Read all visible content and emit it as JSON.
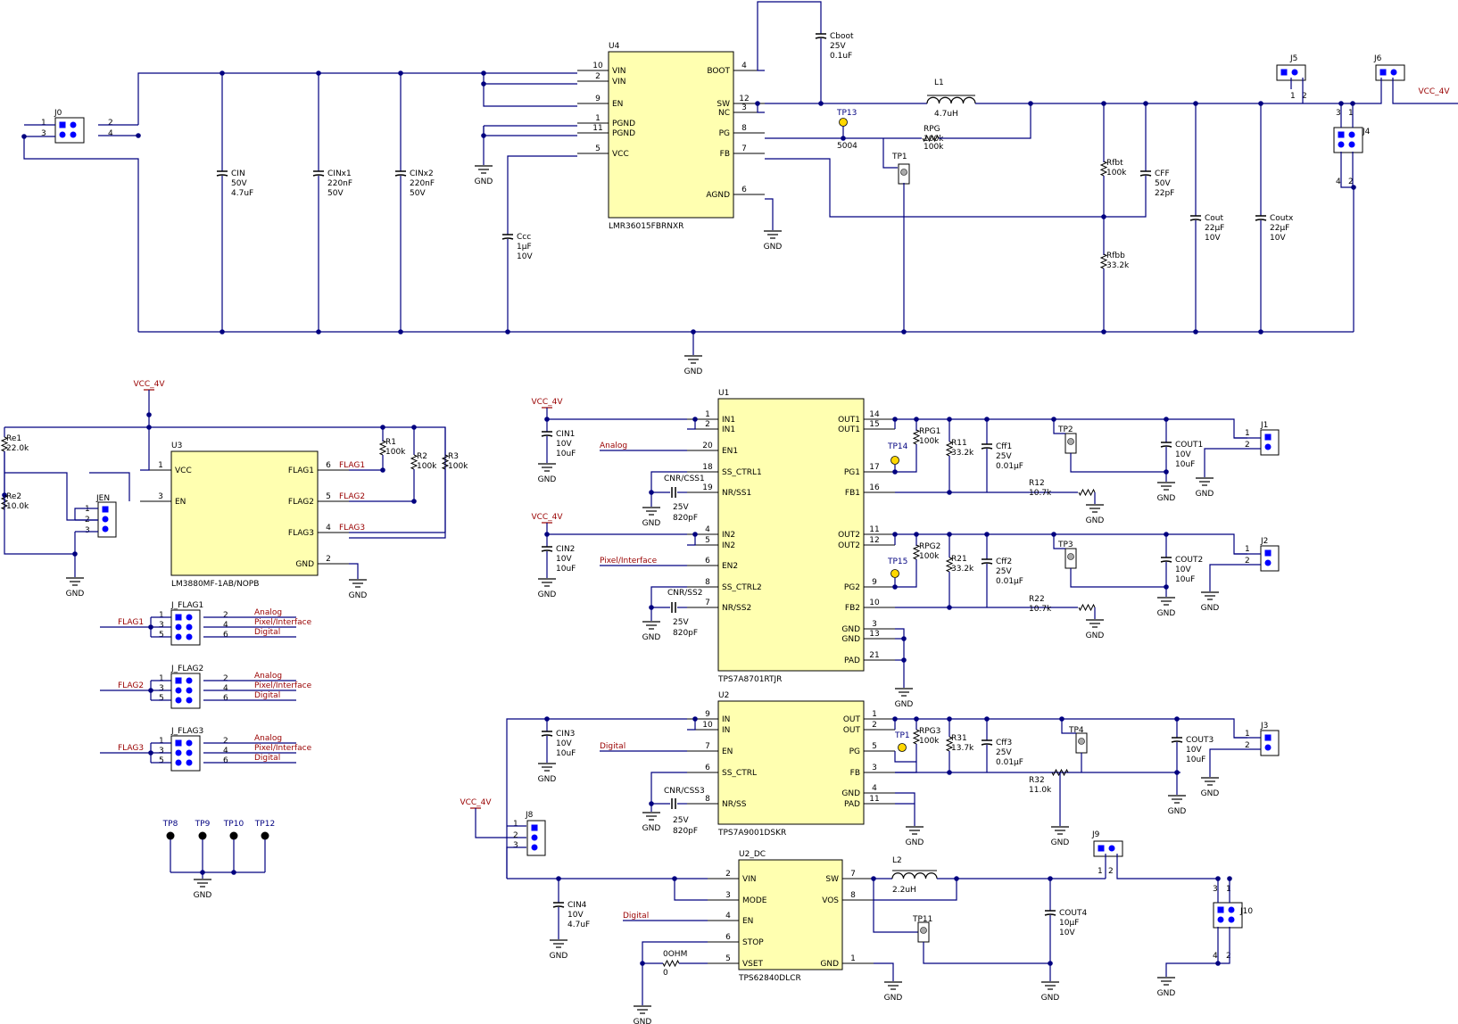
{
  "colors": {
    "wire": "#000080",
    "ic_fill": "#ffffb0",
    "net": "#990000",
    "pin": "#0000ff",
    "tp_yellow": "#ffd700"
  },
  "u4": {
    "ref": "U4",
    "part": "LMR36015FBRNXR",
    "pins_l": [
      [
        "10",
        "VIN"
      ],
      [
        "2",
        "VIN"
      ],
      [
        "9",
        "EN"
      ],
      [
        "1",
        "PGND"
      ],
      [
        "11",
        "PGND"
      ],
      [
        "5",
        "VCC"
      ]
    ],
    "pins_r": [
      [
        "4",
        "BOOT"
      ],
      [
        "12",
        "SW"
      ],
      [
        "3",
        "NC"
      ],
      [
        "8",
        "PG"
      ],
      [
        "7",
        "FB"
      ],
      [
        "6",
        "AGND"
      ]
    ]
  },
  "j0": {
    "ref": "J0",
    "pins": [
      "1",
      "2",
      "3",
      "4"
    ]
  },
  "cin": [
    "CIN",
    "50V",
    "4.7uF"
  ],
  "cinx1": [
    "CINx1",
    "220nF",
    "50V"
  ],
  "cinx2": [
    "CINx2",
    "220nF",
    "50V"
  ],
  "ccc": [
    "Ccc",
    "1µF",
    "10V"
  ],
  "cboot": [
    "Cboot",
    "25V",
    "0.1uF"
  ],
  "tp13": [
    "TP13",
    "5004"
  ],
  "rpg": [
    "RPG",
    "100k"
  ],
  "l1": [
    "L1",
    "4.7uH"
  ],
  "tp1": "TP1",
  "rfbt": [
    "Rfbt",
    "100k"
  ],
  "rfbb": [
    "Rfbb",
    "33.2k"
  ],
  "cff": [
    "CFF",
    "50V",
    "22pF"
  ],
  "cout": [
    "Cout",
    "22µF",
    "10V"
  ],
  "coutx": [
    "Coutx",
    "22µF",
    "10V"
  ],
  "j5": "J5",
  "j6": "J6",
  "j4": "J4",
  "vcc4v": "VCC_4V",
  "gnd": "GND",
  "u3": {
    "ref": "U3",
    "part": "LM3880MF-1AB/NOPB",
    "pins_l": [
      [
        "1",
        "VCC"
      ],
      [
        "3",
        "EN"
      ]
    ],
    "pins_r": [
      [
        "6",
        "FLAG1"
      ],
      [
        "5",
        "FLAG2"
      ],
      [
        "4",
        "FLAG3"
      ],
      [
        "2",
        "GND"
      ]
    ]
  },
  "re1": [
    "Re1",
    "22.0k"
  ],
  "re2": [
    "Re2",
    "10.0k"
  ],
  "jen": "JEN",
  "r1": [
    "R1",
    "100k"
  ],
  "r2": [
    "R2",
    "100k"
  ],
  "r3": [
    "R3",
    "100k"
  ],
  "flags": [
    "FLAG1",
    "FLAG2",
    "FLAG3"
  ],
  "jflag": [
    {
      "ref": "J_FLAG1",
      "in": "FLAG1"
    },
    {
      "ref": "J_FLAG2",
      "in": "FLAG2"
    },
    {
      "ref": "J_FLAG3",
      "in": "FLAG3"
    }
  ],
  "jflag_outs": [
    "Analog",
    "Pixel/Interface",
    "Digital"
  ],
  "tps": [
    "TP8",
    "TP9",
    "TP10",
    "TP12"
  ],
  "u1": {
    "ref": "U1",
    "part": "TPS7A8701RTJR",
    "pins_l": [
      [
        "1",
        "IN1"
      ],
      [
        "2",
        "IN1"
      ],
      [
        "20",
        "EN1"
      ],
      [
        "18",
        "SS_CTRL1"
      ],
      [
        "19",
        "NR/SS1"
      ],
      [
        "4",
        "IN2"
      ],
      [
        "5",
        "IN2"
      ],
      [
        "6",
        "EN2"
      ],
      [
        "8",
        "SS_CTRL2"
      ],
      [
        "7",
        "NR/SS2"
      ]
    ],
    "pins_r": [
      [
        "14",
        "OUT1"
      ],
      [
        "15",
        "OUT1"
      ],
      [
        "17",
        "PG1"
      ],
      [
        "16",
        "FB1"
      ],
      [
        "11",
        "OUT2"
      ],
      [
        "12",
        "OUT2"
      ],
      [
        "9",
        "PG2"
      ],
      [
        "10",
        "FB2"
      ],
      [
        "3",
        "GND"
      ],
      [
        "13",
        "GND"
      ],
      [
        "21",
        "PAD"
      ]
    ]
  },
  "cin1": [
    "CIN1",
    "10V",
    "10uF"
  ],
  "cin2": [
    "CIN2",
    "10V",
    "10uF"
  ],
  "cnr1": [
    "CNR/CSS1",
    "25V",
    "820pF"
  ],
  "cnr2": [
    "CNR/SS2",
    "25V",
    "820pF"
  ],
  "rpg1": [
    "RPG1",
    "100k"
  ],
  "rpg2": [
    "RPG2",
    "100k"
  ],
  "r11": [
    "R11",
    "33.2k"
  ],
  "r21": [
    "R21",
    "33.2k"
  ],
  "cff1": [
    "Cff1",
    "25V",
    "0.01µF"
  ],
  "cff2": [
    "Cff2",
    "25V",
    "0.01µF"
  ],
  "r12": [
    "R12",
    "10.7k"
  ],
  "r22": [
    "R22",
    "10.7k"
  ],
  "tp14": "TP14",
  "tp15": "TP15",
  "tp2": "TP2",
  "tp3": "TP3",
  "cout1": [
    "COUT1",
    "10V",
    "10uF"
  ],
  "cout2": [
    "COUT2",
    "10V",
    "10uF"
  ],
  "j1": "J1",
  "j2": "J2",
  "j3": "J3",
  "u2": {
    "ref": "U2",
    "part": "TPS7A9001DSKR",
    "pins_l": [
      [
        "9",
        "IN"
      ],
      [
        "10",
        "IN"
      ],
      [
        "7",
        "EN"
      ],
      [
        "6",
        "SS_CTRL"
      ],
      [
        "8",
        "NR/SS"
      ]
    ],
    "pins_r": [
      [
        "1",
        "OUT"
      ],
      [
        "2",
        "OUT"
      ],
      [
        "5",
        "PG"
      ],
      [
        "3",
        "FB"
      ],
      [
        "4",
        "GND"
      ],
      [
        "11",
        "PAD"
      ]
    ]
  },
  "cin3": [
    "CIN3",
    "10V",
    "10uF"
  ],
  "cnr3": [
    "CNR/CSS3",
    "25V",
    "820pF"
  ],
  "rpg3": [
    "RPG3",
    "100k"
  ],
  "r31": [
    "R31",
    "13.7k"
  ],
  "cff3": [
    "Cff3",
    "25V",
    "0.01µF"
  ],
  "r32": [
    "R32",
    "11.0k"
  ],
  "tp4": "TP4",
  "tp_u2": "TP1",
  "cout3": [
    "COUT3",
    "10V",
    "10uF"
  ],
  "j8": "J8",
  "u2dc": {
    "ref": "U2_DC",
    "part": "TPS62840DLCR",
    "pins_l": [
      [
        "2",
        "VIN"
      ],
      [
        "3",
        "MODE"
      ],
      [
        "4",
        "EN"
      ],
      [
        "6",
        "STOP"
      ],
      [
        "5",
        "VSET"
      ]
    ],
    "pins_r": [
      [
        "7",
        "SW"
      ],
      [
        "8",
        "VOS"
      ],
      [
        "1",
        "GND"
      ]
    ]
  },
  "cin4": [
    "CIN4",
    "10V",
    "4.7uF"
  ],
  "r0": [
    "0OHM",
    "0"
  ],
  "l2": [
    "L2",
    "2.2uH"
  ],
  "tp11": "TP11",
  "cout4": [
    "COUT4",
    "10µF",
    "10V"
  ],
  "j9": "J9",
  "j10": "J10",
  "nets": {
    "analog": "Analog",
    "pixel": "Pixel/Interface",
    "digital": "Digital"
  }
}
